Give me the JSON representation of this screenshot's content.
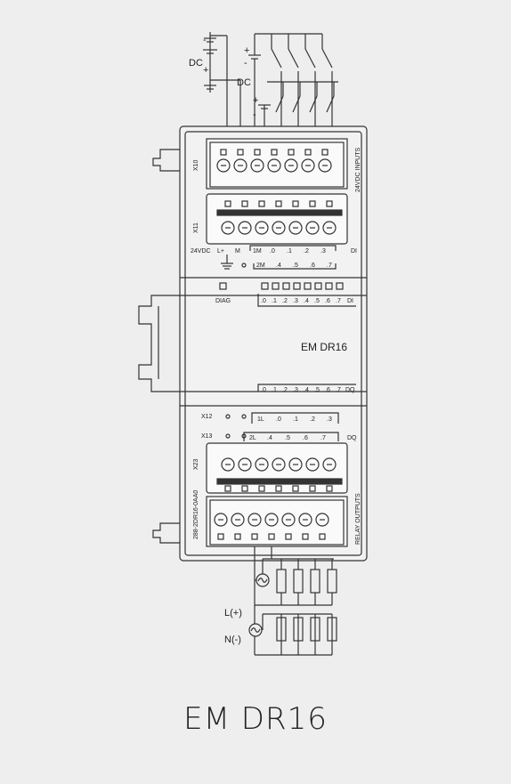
{
  "module_name": "EM DR16",
  "caption": "EM DR16",
  "supply_left": {
    "minus": "-",
    "label": "DC",
    "plus": "+"
  },
  "supply_mid": {
    "plus": "+",
    "minus": "-",
    "label": "DC"
  },
  "supply_inner": {
    "plus": "+",
    "minus": "-"
  },
  "connectors": {
    "x10": "X10",
    "x11": "X11",
    "x12": "X12",
    "x13": "X13",
    "x23": "X23"
  },
  "side_labels": {
    "inputs": "24VDC INPUTS",
    "outputs": "RELAY OUTPUTS",
    "part_number": "288-2DR16-0AA0"
  },
  "input_terminals": {
    "supply_label": "24VDC",
    "supply_pins": [
      "L+",
      "M"
    ],
    "row1": [
      "1M",
      ".0",
      ".1",
      ".2",
      ".3"
    ],
    "row2": [
      "2M",
      ".4",
      ".5",
      ".6",
      ".7"
    ],
    "group": "DI"
  },
  "diag_label": "DIAG",
  "di_leds": {
    "labels": [
      ".0",
      ".1",
      ".2",
      ".3",
      ".4",
      ".5",
      ".6",
      ".7"
    ],
    "group": "DI"
  },
  "dq_leds": {
    "labels": [
      ".0",
      ".1",
      ".2",
      ".3",
      ".4",
      ".5",
      ".6",
      ".7"
    ],
    "group": "DQ"
  },
  "output_terminals": {
    "row1": [
      "1L",
      ".0",
      ".1",
      ".2",
      ".3"
    ],
    "row2": [
      "2L",
      ".4",
      ".5",
      ".6",
      ".7"
    ],
    "group": "DQ"
  },
  "ac_supply": {
    "line": "L(+)",
    "neutral": "N(-)"
  }
}
